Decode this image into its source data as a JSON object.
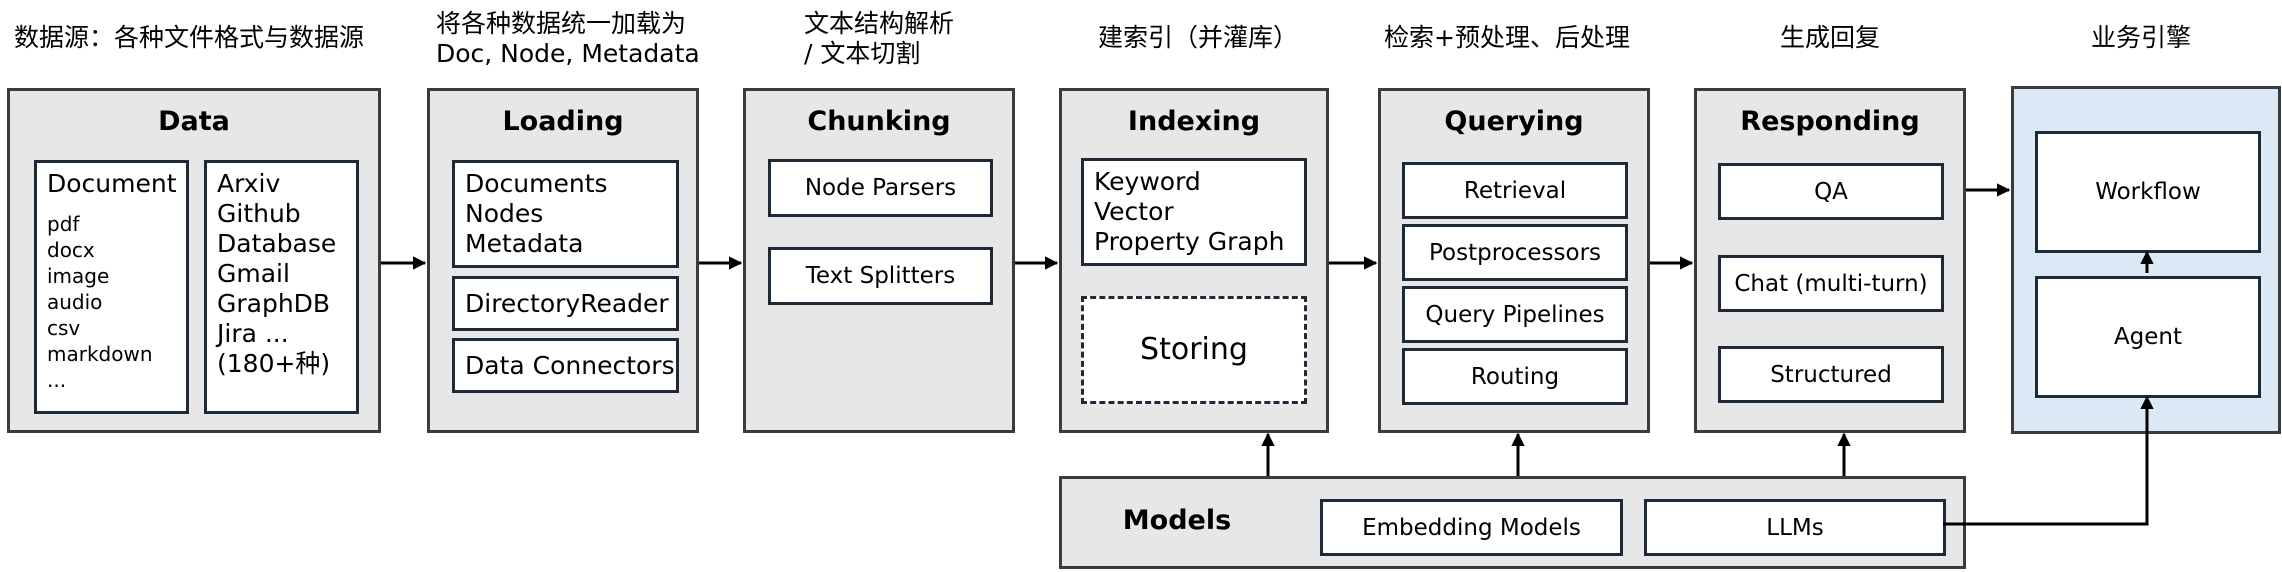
{
  "captions": {
    "data": "数据源：各种文件格式与数据源",
    "loading_1": "将各种数据统一加载为",
    "loading_2": "Doc, Node, Metadata",
    "chunking_1": "文本结构解析",
    "chunking_2": "/ 文本切割",
    "indexing": "建索引（并灌库）",
    "querying": "检索+预处理、后处理",
    "responding": "生成回复",
    "business": "业务引擎"
  },
  "data_stage": {
    "title": "Data",
    "document_box": {
      "heading": "Document",
      "items": [
        "pdf",
        "docx",
        "image",
        "audio",
        "csv",
        "markdown",
        "..."
      ]
    },
    "sources_box": {
      "items": [
        "Arxiv",
        "Github",
        "Database",
        "Gmail",
        "GraphDB",
        "Jira ...",
        "(180+种)"
      ]
    }
  },
  "loading_stage": {
    "title": "Loading",
    "types_box": {
      "items": [
        "Documents",
        "Nodes",
        "Metadata"
      ]
    },
    "directory_reader": "DirectoryReader",
    "data_connectors": "Data Connectors"
  },
  "chunking_stage": {
    "title": "Chunking",
    "node_parsers": "Node Parsers",
    "text_splitters": "Text Splitters"
  },
  "indexing_stage": {
    "title": "Indexing",
    "index_types": {
      "items": [
        "Keyword",
        "Vector",
        "Property Graph"
      ]
    },
    "storing": "Storing"
  },
  "querying_stage": {
    "title": "Querying",
    "retrieval": "Retrieval",
    "postprocessors": "Postprocessors",
    "query_pipelines": "Query Pipelines",
    "routing": "Routing"
  },
  "responding_stage": {
    "title": "Responding",
    "qa": "QA",
    "chat": "Chat (multi-turn)",
    "structured": "Structured"
  },
  "business_stage": {
    "workflow": "Workflow",
    "agent": "Agent"
  },
  "models_stage": {
    "title": "Models",
    "embedding_models": "Embedding Models",
    "llms": "LLMs"
  },
  "colors": {
    "stage_fill": "#e7e7e7",
    "business_fill": "#dbe8f6",
    "stage_border": "#3b3b3b",
    "box_border": "#1f2a38",
    "arrow": "#000000"
  }
}
